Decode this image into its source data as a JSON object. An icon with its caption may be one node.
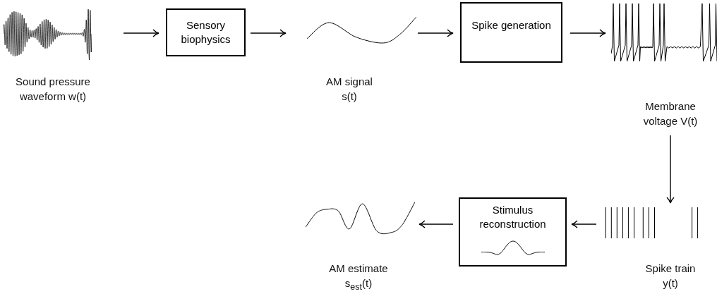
{
  "diagram": {
    "nodes": [
      {
        "text": [],
        "shape": "picture",
        "beside": [
          "Sound pressure waveform w(t)"
        ]
      },
      {
        "text": [
          "Sensory biophysics"
        ]
      },
      {
        "text": [],
        "shape": "picture",
        "beside": [
          "AM signal s(t)"
        ]
      },
      {
        "text": [
          "Spike generation"
        ]
      },
      {
        "text": [],
        "shape": "picture",
        "beside": [
          "Membrane voltage V(t)"
        ]
      },
      {
        "text": [],
        "shape": "picture",
        "beside": [
          "Spike train y(t)"
        ]
      },
      {
        "text": [
          "Stimulus reconstruction"
        ]
      },
      {
        "text": [],
        "shape": "picture",
        "beside": [
          "AM estimate s$_{est}$(t)"
        ]
      }
    ],
    "edges": [
      {
        "from": 0,
        "to": 1,
        "arrow": "to"
      },
      {
        "from": 1,
        "to": 2,
        "arrow": "to"
      },
      {
        "from": 2,
        "to": 3,
        "arrow": "to"
      },
      {
        "from": 3,
        "to": 4,
        "arrow": "to"
      },
      {
        "from": 4,
        "to": 5,
        "arrow": "to"
      },
      {
        "from": 5,
        "to": 6,
        "arrow": "to"
      },
      {
        "from": 6,
        "to": 7,
        "arrow": "to"
      }
    ]
  }
}
